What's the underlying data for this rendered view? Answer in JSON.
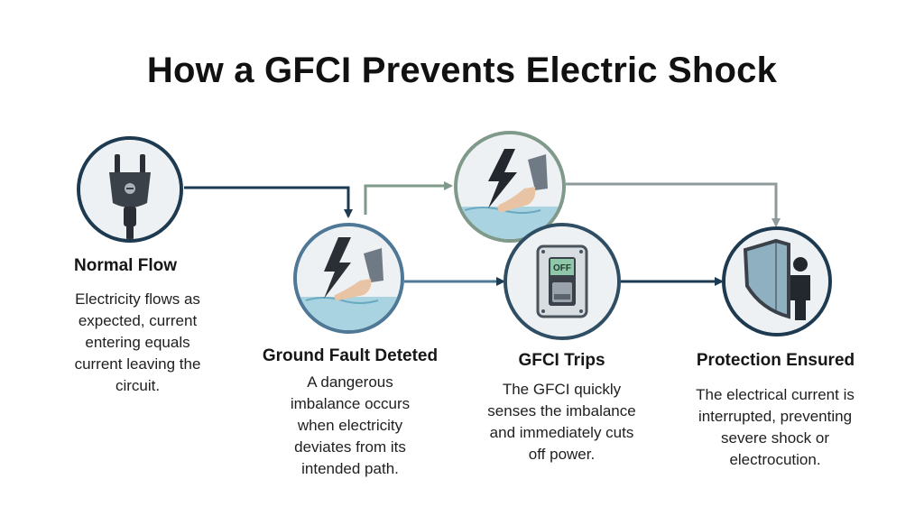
{
  "title": "How a GFCI Prevents Electric Shock",
  "colors": {
    "navy": "#1d3a50",
    "green_arrow": "#7f9a8a",
    "gray_arrow": "#8f9a9a",
    "steel_blue": "#4e7896",
    "water": "#a9d3e0",
    "shield": "#8fb0c0"
  },
  "steps": [
    {
      "heading": "Normal Flow",
      "description": [
        "Electricity flows as",
        "expected, current",
        "entering equals",
        "current leaving the",
        "circuit."
      ],
      "icon": "plug-icon"
    },
    {
      "heading": "Ground Fault Deteted",
      "description": [
        "A dangerous",
        "imbalance occurs",
        "when electricity",
        "deviates from its",
        "intended path."
      ],
      "icon": "foot-in-water-shock-icon"
    },
    {
      "heading": "GFCI Trips",
      "description": [
        "The GFCI quickly",
        "senses the imbalance",
        "and immediately cuts",
        "off power."
      ],
      "icon": "gfci-switch-icon",
      "switch_label": "OFF"
    },
    {
      "heading": "Protection Ensured",
      "description": [
        "The electrical current is",
        "interrupted, preventing",
        "severe shock or",
        "electrocution."
      ],
      "icon": "shield-person-icon"
    }
  ],
  "fault_scene_icon": "lightning-foot-water-icon"
}
